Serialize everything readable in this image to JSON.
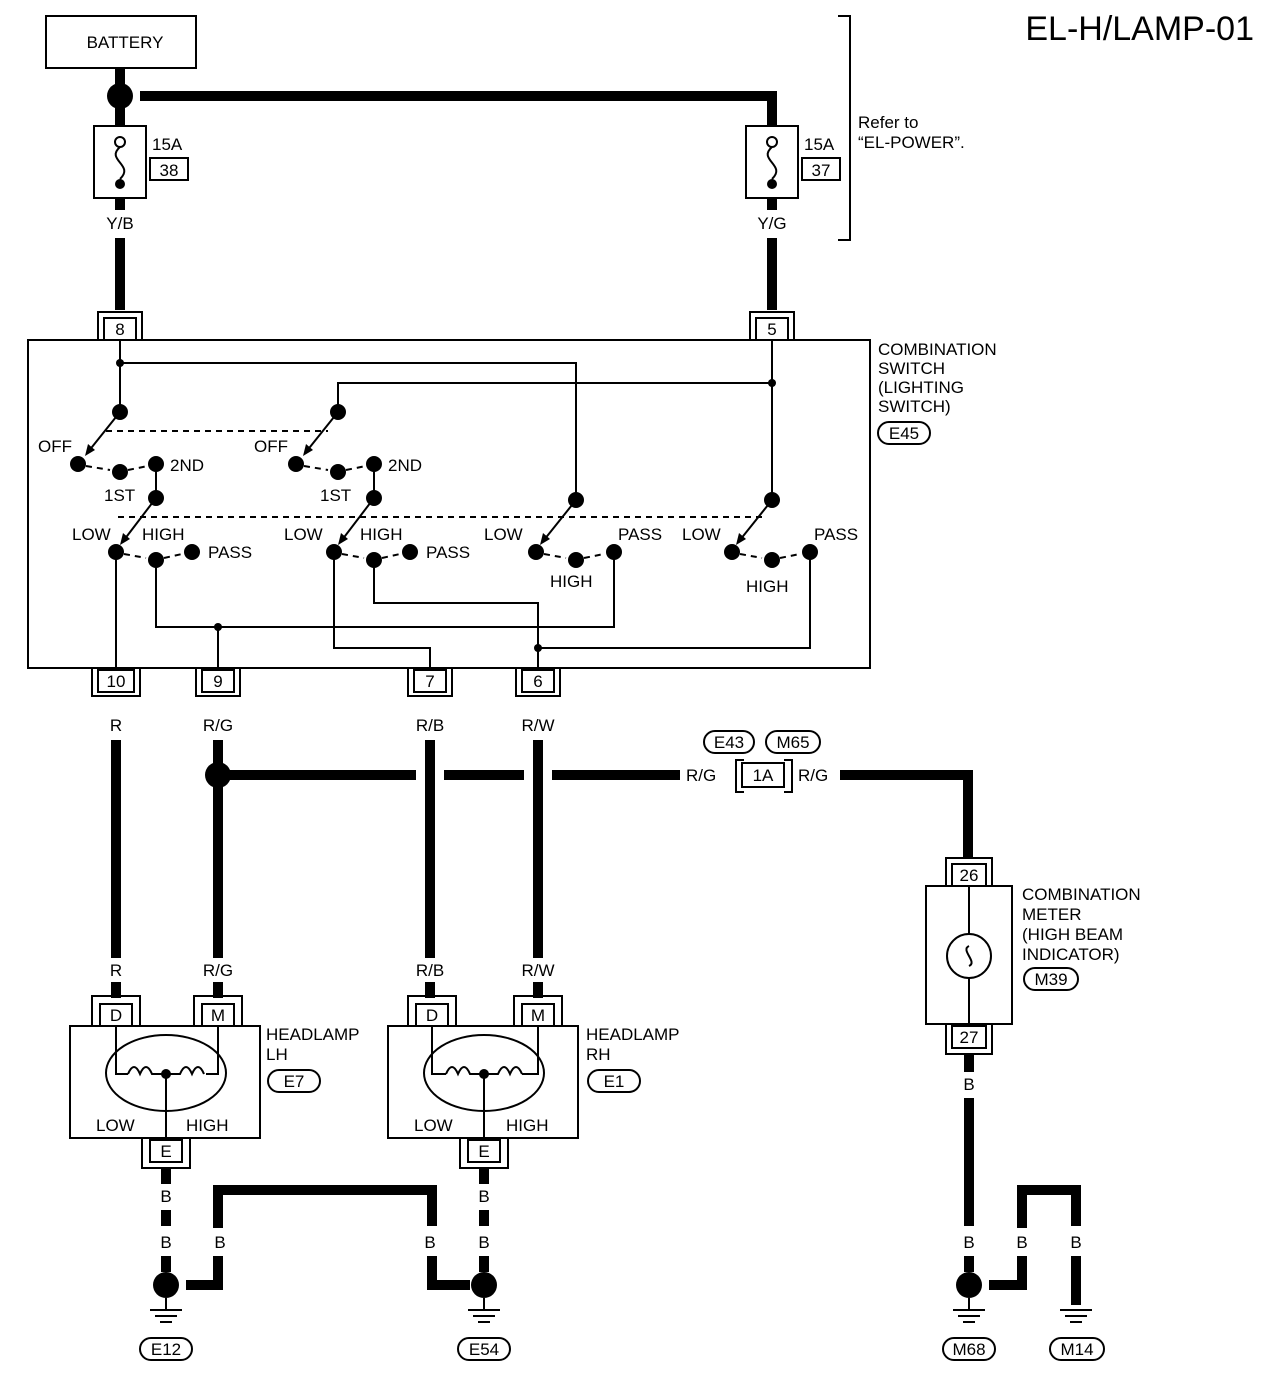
{
  "title": "EL-H/LAMP-01",
  "battery": "BATTERY",
  "refer_note": [
    "Refer to",
    "“EL-POWER”."
  ],
  "fuses": [
    {
      "rating": "15A",
      "number": "38",
      "wire": "Y/B"
    },
    {
      "rating": "15A",
      "number": "37",
      "wire": "Y/G"
    }
  ],
  "combination_switch": {
    "label": [
      "COMBINATION",
      "SWITCH",
      "(LIGHTING",
      "SWITCH)"
    ],
    "connector": "E45",
    "pins_top": [
      "8",
      "5"
    ],
    "pins_bottom": [
      "10",
      "9",
      "7",
      "6"
    ],
    "positions": {
      "off": "OFF",
      "first": "1ST",
      "second": "2ND",
      "low": "LOW",
      "high": "HIGH",
      "pass": "PASS"
    }
  },
  "wires": {
    "r": "R",
    "rg": "R/G",
    "rb": "R/B",
    "rw": "R/W",
    "b": "B"
  },
  "joint_connector": {
    "ids": [
      "E43",
      "M65"
    ],
    "pin": "1A"
  },
  "meter": {
    "label": [
      "COMBINATION",
      "METER",
      "(HIGH BEAM",
      "INDICATOR)"
    ],
    "connector": "M39",
    "pin_in": "26",
    "pin_out": "27"
  },
  "headlamps": [
    {
      "label": [
        "HEADLAMP",
        "LH"
      ],
      "connector": "E7",
      "pins": [
        "D",
        "M",
        "E"
      ],
      "low": "LOW",
      "high": "HIGH"
    },
    {
      "label": [
        "HEADLAMP",
        "RH"
      ],
      "connector": "E1",
      "pins": [
        "D",
        "M",
        "E"
      ],
      "low": "LOW",
      "high": "HIGH"
    }
  ],
  "grounds": [
    "E12",
    "E54",
    "M68",
    "M14"
  ]
}
